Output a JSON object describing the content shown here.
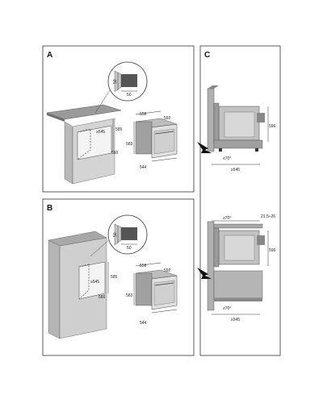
{
  "panel_a": {
    "letter": "A",
    "detail": {
      "d1": "50",
      "d2": "50"
    },
    "niche": {
      "width": "≥545",
      "height": "585",
      "depth": "560"
    },
    "oven": {
      "height": "583",
      "depth1": "558",
      "width": "592",
      "front_width": "544"
    }
  },
  "panel_b": {
    "letter": "B",
    "detail": {
      "d1": "50",
      "d2": "50"
    },
    "niche": {
      "width": "≥545",
      "height": "585",
      "depth": "560"
    },
    "oven": {
      "height": "583",
      "depth1": "558",
      "width": "592",
      "front_width": "544"
    }
  },
  "panel_c": {
    "letter": "C",
    "top": {
      "height": "596",
      "angle": "≤70°",
      "depth": "≥545"
    },
    "bottom": {
      "angle_top": "≤70°",
      "gap": "21.5÷26",
      "height": "596",
      "angle_bottom": "≤70°",
      "depth": "≥545"
    }
  }
}
